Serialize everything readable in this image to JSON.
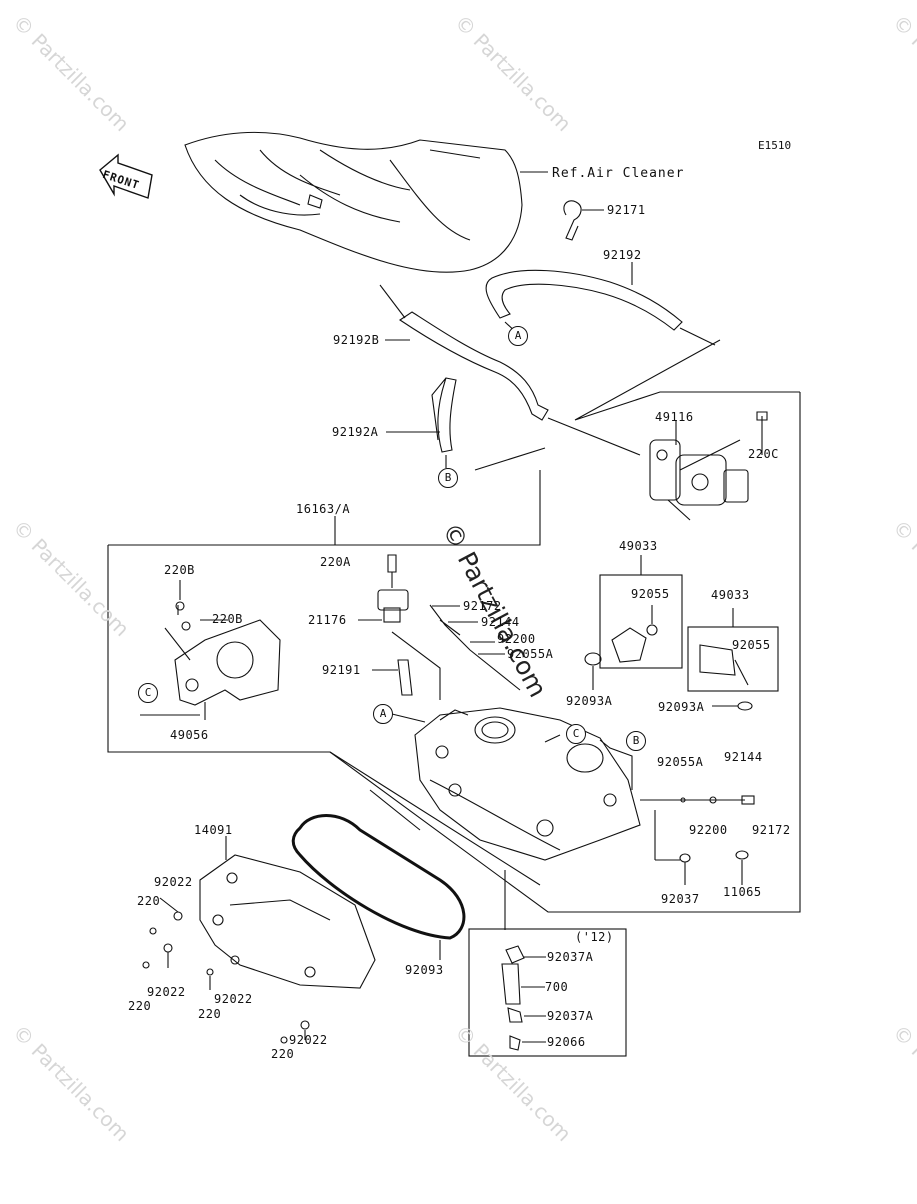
{
  "diagram_code": "E1510",
  "reference": "Ref.Air Cleaner",
  "front_label": "FRONT",
  "watermark": "© Partzilla.com",
  "year_note": "('12)",
  "callouts": {
    "a": "A",
    "b": "B",
    "c": "C"
  },
  "parts": {
    "p92171": "92171",
    "p92192": "92192",
    "p92192B": "92192B",
    "p92192A": "92192A",
    "p49116": "49116",
    "p220C": "220C",
    "p16163A": "16163/A",
    "p220A": "220A",
    "p220B_1": "220B",
    "p220B_2": "220B",
    "p21176": "21176",
    "p92172_top": "92172",
    "p92144_top": "92144",
    "p92200_top": "92200",
    "p92055A_top": "92055A",
    "p92191": "92191",
    "p49056": "49056",
    "p49033_1": "49033",
    "p92055_1": "92055",
    "p92093A_1": "92093A",
    "p49033_2": "49033",
    "p92055_2": "92055",
    "p92093A_2": "92093A",
    "p92055A_right": "92055A",
    "p92144_right": "92144",
    "p92200_right": "92200",
    "p92172_right": "92172",
    "p92037": "92037",
    "p11065": "11065",
    "p14091": "14091",
    "p92022_a": "92022",
    "p220_a": "220",
    "p92022_b": "92022",
    "p220_b": "220",
    "p92022_c": "92022",
    "p220_c": "220",
    "p92022_d": "92022",
    "p220_d": "220",
    "p92093": "92093",
    "p92037A_1": "92037A",
    "p700": "700",
    "p92037A_2": "92037A",
    "p92066": "92066"
  }
}
